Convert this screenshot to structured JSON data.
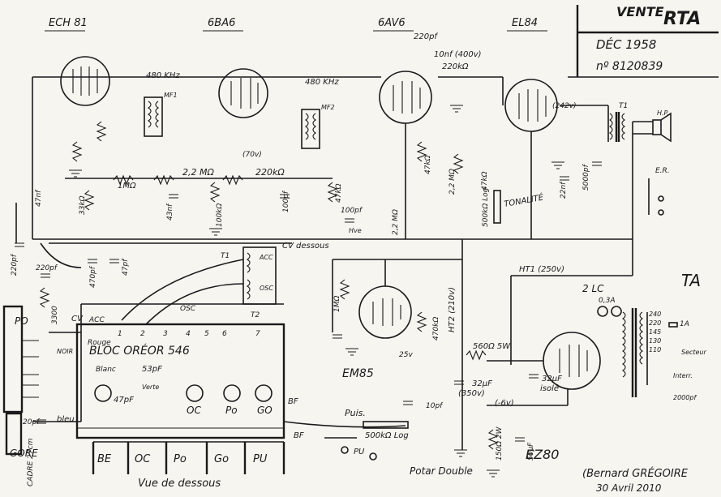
{
  "title_block": {
    "brand": "RTA",
    "date": "DÉC 1958",
    "serial": "nº 8120839"
  },
  "tubes": [
    "ECH 81",
    "6BA6",
    "6AV6",
    "EL84",
    "EM85",
    "EZ80"
  ],
  "sections": {
    "transformer": "TA",
    "rectifier_label": "2 LC",
    "current": "0,3A"
  },
  "coil_block": {
    "name": "BLOC ORÉOR 546",
    "view": "Vue de dessous",
    "bands": [
      "BE",
      "OC",
      "Po",
      "Go",
      "PU"
    ],
    "dials": [
      "OC",
      "Po",
      "GO"
    ],
    "pins": [
      "1",
      "2",
      "3",
      "4",
      "5",
      "6",
      "7"
    ],
    "acc": "ACC",
    "osc": "OSC",
    "cv": "CV"
  },
  "labels": {
    "if1": "480 KHz",
    "if2": "480 KHz",
    "mf1": "MF1",
    "mf2": "MF2",
    "cv_dessous": "CV dessous",
    "tonalite": "TONALITÉ",
    "potar": "Potar Double",
    "puis": "Puis.",
    "pu": "PU",
    "bf": "BF",
    "ht1": "HT1 (250v)",
    "ht2": "HT2 (210v)",
    "cadre": "CADRE 27cm",
    "gore": "GORE",
    "po": "PO",
    "isole": "isolé",
    "rouge": "Rouge",
    "blanc": "Blanc",
    "verte": "Verte",
    "bleu": "bleu",
    "noir": "NOIR",
    "v70": "(70v)",
    "v242": "(242v)",
    "v350": "(350v)",
    "v6": "(-6v)",
    "v25": "25v",
    "hp": "H.P.",
    "er": "E.R.",
    "t1": "T1",
    "t2": "T2",
    "fuse": "1A"
  },
  "components": {
    "c220pf_top": "220pf",
    "c10nf": "10nf (400v)",
    "r220k_a": "220kΩ",
    "r22m": "2,2 MΩ",
    "r220k_b": "220kΩ",
    "r1m": "1MΩ",
    "r47k": "47kΩ",
    "r100k": "100kΩ",
    "c100pf": "100pf",
    "c43nf": "43nf",
    "c47nf": "47nf",
    "c470pf": "470pf",
    "c220pf_l": "220pf",
    "c220pf_l2": "220pf",
    "r3300": "3300",
    "r33k": "33kΩ",
    "r1meg": "1MΩ",
    "r470k": "470kΩ",
    "c10pf": "10pf",
    "c53pf": "53pF",
    "c47pf": "47pF",
    "c20pf": "20pf",
    "r560": "560Ω 5W",
    "c32a": "32µF",
    "c32b": "32µF",
    "r500k": "500kΩ Log",
    "r500k_log": "500kΩ Log",
    "r150": "150Ω 2W",
    "c50": "50µF",
    "c5000": "5000pf",
    "c2000": "2000pf",
    "c22nf": "22nf"
  },
  "mains": {
    "taps": [
      "240",
      "220",
      "145",
      "130",
      "110"
    ],
    "secteur": "Secteur",
    "interr": "Interr."
  },
  "signature": {
    "name": "(Bernard GRÉGOIRE",
    "date": "30 Avril 2010"
  }
}
